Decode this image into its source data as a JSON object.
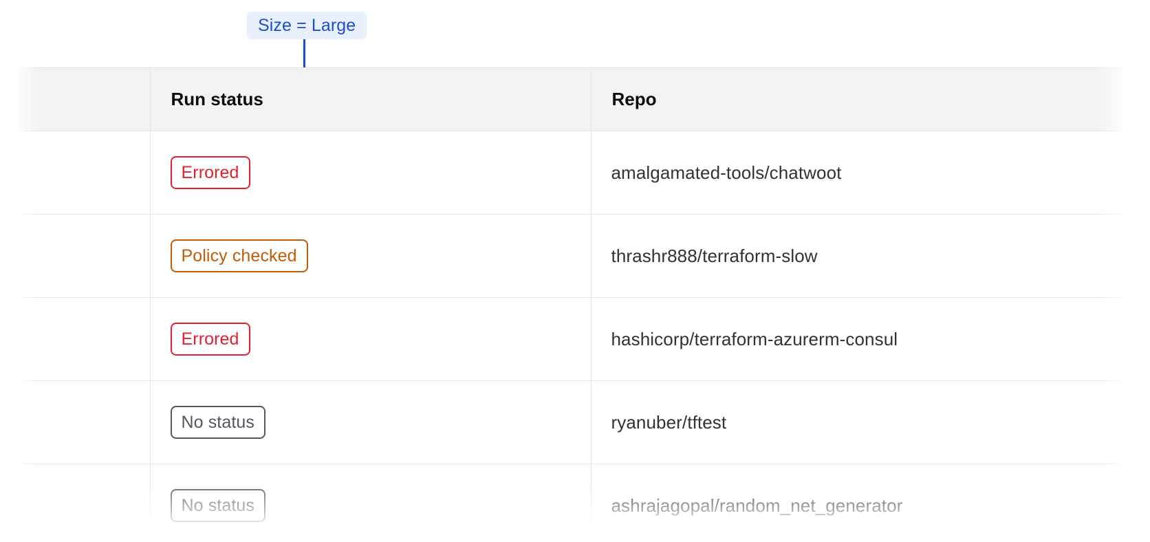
{
  "annotation": {
    "label": "Size = Large",
    "accent_color": "#1b4ed8",
    "background_color": "#e8f0fe",
    "connector": "vertical-line-with-dot"
  },
  "table": {
    "columns": [
      {
        "key": "select",
        "label": ""
      },
      {
        "key": "run_status",
        "label": "Run status"
      },
      {
        "key": "repo",
        "label": "Repo"
      }
    ],
    "header_background": "#f1f2f4",
    "border_color": "#e3e5e9",
    "rows": [
      {
        "run_status": "Errored",
        "status_variant": "errored",
        "repo": "amalgamated-tools/chatwoot",
        "faded": false
      },
      {
        "run_status": "Policy checked",
        "status_variant": "policychecked",
        "repo": "thrashr888/terraform-slow",
        "faded": false
      },
      {
        "run_status": "Errored",
        "status_variant": "errored",
        "repo": "hashicorp/terraform-azurerm-consul",
        "faded": false
      },
      {
        "run_status": "No status",
        "status_variant": "nostatus",
        "repo": "ryanuber/tftest",
        "faded": false
      },
      {
        "run_status": "No status",
        "status_variant": "nostatus",
        "repo": "ashrajagopal/random_net_generator",
        "faded": true
      }
    ],
    "status_colors": {
      "errored": "#e5202e",
      "policychecked": "#c35b06",
      "nostatus": "#53565e"
    }
  }
}
